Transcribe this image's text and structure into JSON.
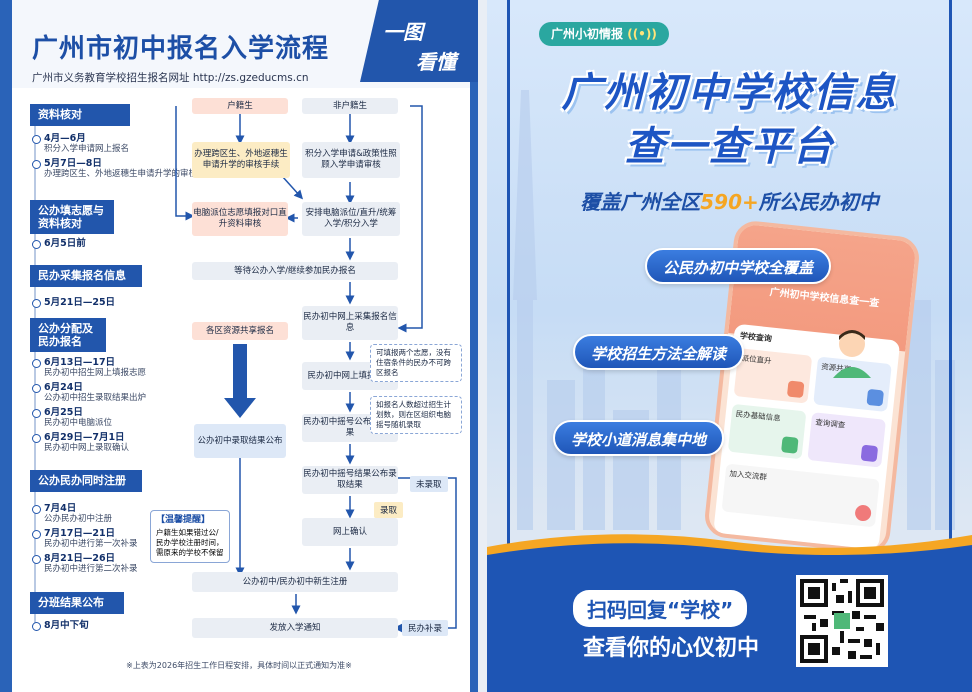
{
  "left": {
    "title": "广州市初中报名入学流程",
    "subtitle": "广州市义务教育学校招生报名网址  http://zs.gzeducms.cn",
    "badge_line1": "一图",
    "badge_line2": "看懂",
    "timeline": [
      {
        "section": "资料核对",
        "items": [
          {
            "date": "4月—6月",
            "desc": "积分入学申请网上报名"
          },
          {
            "date": "5月7日—8日",
            "desc": "办理跨区生、外地返穗生申请升学的审核手续"
          }
        ]
      },
      {
        "section": "公办填志愿与资料核对",
        "items": [
          {
            "date": "6月5日前",
            "desc": ""
          }
        ]
      },
      {
        "section": "民办采集报名信息",
        "items": [
          {
            "date": "5月21日—25日",
            "desc": ""
          }
        ]
      },
      {
        "section": "公办分配及民办报名",
        "items": [
          {
            "date": "6月13日—17日",
            "desc": "民办初中招生网上填报志愿"
          },
          {
            "date": "6月24日",
            "desc": "公办初中招生录取结果出炉"
          },
          {
            "date": "6月25日",
            "desc": "民办初中电脑派位"
          },
          {
            "date": "6月29日—7月1日",
            "desc": "民办初中网上录取确认"
          }
        ]
      },
      {
        "section": "公办民办同时注册",
        "items": [
          {
            "date": "7月4日",
            "desc": "公办民办初中注册"
          },
          {
            "date": "7月17日—21日",
            "desc": "民办初中进行第一次补录"
          },
          {
            "date": "8月21日—26日",
            "desc": "民办初中进行第二次补录"
          }
        ]
      },
      {
        "section": "分班结果公布",
        "items": [
          {
            "date": "8月中下旬",
            "desc": ""
          }
        ]
      }
    ],
    "flow": {
      "hukou": "户籍生",
      "non_hukou": "非户籍生",
      "cross_district": "办理跨区生、外地返穗生申请升学的审核手续",
      "points_apply": "积分入学申请&政策性照顾入学申请审核",
      "fill_choice": "电脑派位志愿填报对口直升资料审核",
      "arrange": "安排电脑派位/直升/统筹入学/积分入学",
      "wait": "等待公办入学/继续参加民办报名",
      "share": "各区资源共享报名",
      "collect": "民办初中网上采集报名信息",
      "choice": "民办初中网上填报志愿",
      "note1": "可填报两个志愿，没有住宿条件的民办不可跨区报名",
      "lottery": "民办初中摇号公布录取结果",
      "note2": "如报名人数超过招生计划数，则在区组织电脑摇号随机录取",
      "public_result": "公办初中录取结果公布",
      "lottery_result": "民办初中摇号结果公布录取结果",
      "not_admitted": "未录取",
      "admitted": "录取",
      "confirm": "网上确认",
      "register": "公办初中/民办初中新生注册",
      "notice": "发放入学通知",
      "supplement": "民办补录",
      "tip_title": "【温馨提醒】",
      "tip_body": "户籍生如果错过公/民办学校注册时间，需原来的学校不保留"
    },
    "footnote": "※上表为2026年招生工作日程安排，具体时间以正式通知为准※"
  },
  "right": {
    "logo": "广州小初情报",
    "headline1": "广州初中学校信息",
    "headline2": "查一查平台",
    "cover_prefix": "覆盖广州全区",
    "cover_num": "590+",
    "cover_suffix": "所公民办初中",
    "bubble1": "公民办初中学校全覆盖",
    "bubble2": "学校招生方法全解读",
    "bubble3": "学校小道消息集中地",
    "phone": {
      "title": "广州初中学校信息查一查",
      "section": "学校查询",
      "tiles": [
        "派位直升",
        "资源共享",
        "民办基础信息",
        "查询调查"
      ],
      "footer": "加入交流群"
    },
    "scan_line1": "扫码回复“学校”",
    "scan_line2": "查看你的心仪初中",
    "colors": {
      "primary": "#1e55b4",
      "accent": "#f5a623",
      "teal": "#2aa7a0"
    }
  }
}
